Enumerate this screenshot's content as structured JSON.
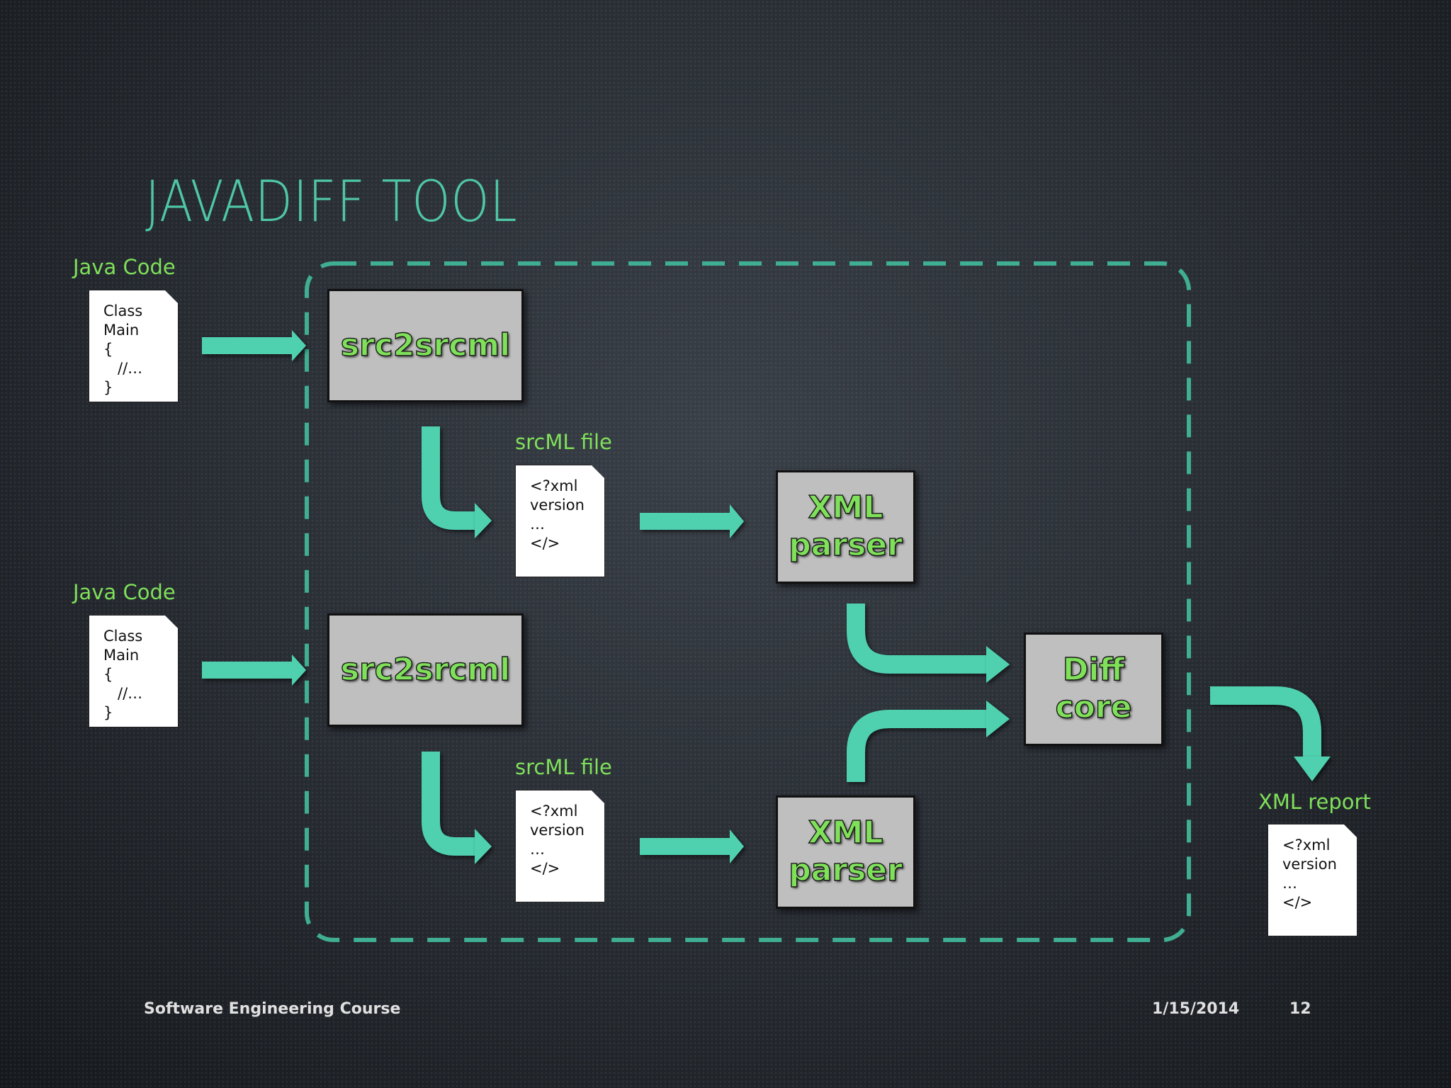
{
  "slide": {
    "title": "JAVADIFF TOOL",
    "colors": {
      "accent": "#4fc7a7",
      "label_green": "#7fe05a",
      "arrow": "#4fd1b0",
      "box_fill": "#bfbfbf"
    }
  },
  "inputs": [
    {
      "label": "Java Code",
      "lines": [
        "Class",
        "Main",
        "{",
        "   //…",
        "}"
      ]
    },
    {
      "label": "Java Code",
      "lines": [
        "Class",
        "Main",
        "{",
        "   //…",
        "}"
      ]
    }
  ],
  "processes": {
    "src2srcml_1": "src2srcml",
    "src2srcml_2": "src2srcml",
    "xml_parser_1": [
      "XML",
      "parser"
    ],
    "xml_parser_2": [
      "XML",
      "parser"
    ],
    "diff_core": [
      "Diff",
      "core"
    ]
  },
  "intermediates": [
    {
      "label": "srcML file",
      "lines": [
        "<?xml",
        "version",
        "…",
        "</>"
      ]
    },
    {
      "label": "srcML file",
      "lines": [
        "<?xml",
        "version",
        "…",
        "</>"
      ]
    }
  ],
  "output": {
    "label": "XML report",
    "lines": [
      "<?xml",
      "version",
      "…",
      "</>"
    ]
  },
  "footer": {
    "course": "Software Engineering Course",
    "date": "1/15/2014",
    "page": "12"
  }
}
